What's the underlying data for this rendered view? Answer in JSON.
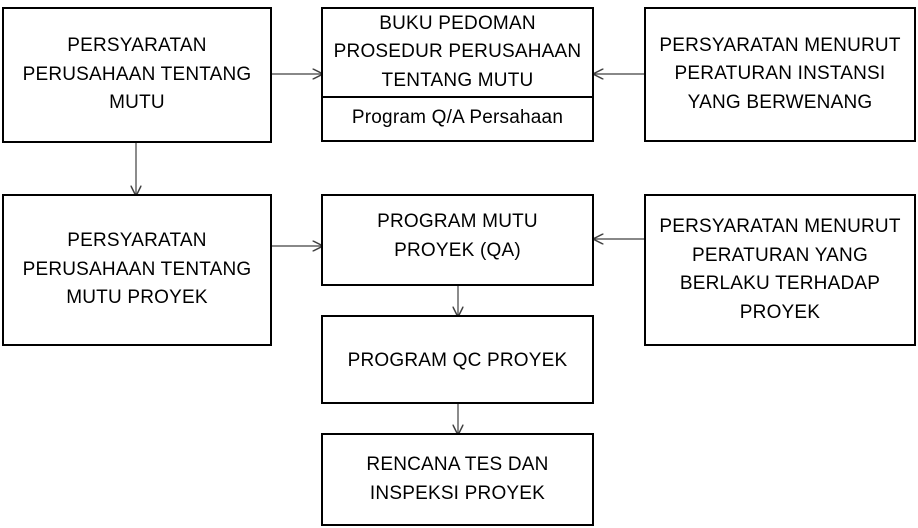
{
  "nodes": {
    "company_quality_requirements": "PERSYARATAN\nPERUSAHAAN TENTANG\nMUTU",
    "quality_procedure_manual": "BUKU PEDOMAN\nPROSEDUR PERUSAHAAN\nTENTANG MUTU",
    "company_qa_program": "Program Q/A Persahaan",
    "authority_requirements": "PERSYARATAN MENURUT\nPERATURAN INSTANSI\nYANG BERWENANG",
    "company_project_quality_requirements": "PERSYARATAN\nPERUSAHAAN TENTANG\nMUTU PROYEK",
    "project_quality_program": "PROGRAM MUTU\nPROYEK (QA)",
    "applicable_regulation_requirements": "PERSYARATAN MENURUT\nPERATURAN YANG\nBERLAKU TERHADAP\nPROYEK",
    "project_qc_program": "PROGRAM QC PROYEK",
    "test_inspection_plan": "RENCANA TES DAN\nINSPEKSI PROYEK"
  },
  "colors": {
    "stroke": "#000000",
    "connector": "#404040",
    "background": "#ffffff"
  }
}
